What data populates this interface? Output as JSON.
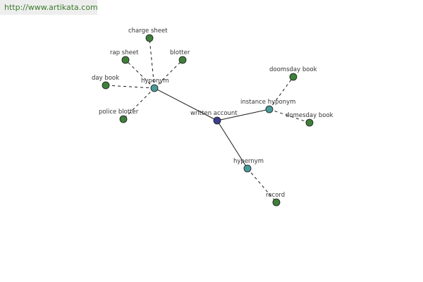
{
  "header": {
    "url": "http://www.artikata.com"
  },
  "colors": {
    "root": "#3b3f8f",
    "relation": "#4a9a9a",
    "leaf": "#3f7f3a"
  },
  "graph": {
    "nodes": [
      {
        "id": "written_account",
        "label": "written account",
        "kind": "root"
      },
      {
        "id": "hyponym",
        "label": "hyponym",
        "kind": "relation"
      },
      {
        "id": "instance_hyponym",
        "label": "instance hyponym",
        "kind": "relation"
      },
      {
        "id": "hypernym",
        "label": "hypernym",
        "kind": "relation"
      },
      {
        "id": "charge_sheet",
        "label": "charge sheet",
        "kind": "leaf"
      },
      {
        "id": "rap_sheet",
        "label": "rap sheet",
        "kind": "leaf"
      },
      {
        "id": "blotter",
        "label": "blotter",
        "kind": "leaf"
      },
      {
        "id": "day_book",
        "label": "day book",
        "kind": "leaf"
      },
      {
        "id": "police_blotter",
        "label": "police blotter",
        "kind": "leaf"
      },
      {
        "id": "doomsday_book",
        "label": "doomsday book",
        "kind": "leaf"
      },
      {
        "id": "domesday_book",
        "label": "domesday book",
        "kind": "leaf"
      },
      {
        "id": "record",
        "label": "record",
        "kind": "leaf"
      }
    ],
    "edges": [
      {
        "from": "written_account",
        "to": "hyponym",
        "style": "solid"
      },
      {
        "from": "written_account",
        "to": "instance_hyponym",
        "style": "solid"
      },
      {
        "from": "written_account",
        "to": "hypernym",
        "style": "solid"
      },
      {
        "from": "hyponym",
        "to": "charge_sheet",
        "style": "dashed"
      },
      {
        "from": "hyponym",
        "to": "rap_sheet",
        "style": "dashed"
      },
      {
        "from": "hyponym",
        "to": "blotter",
        "style": "dashed"
      },
      {
        "from": "hyponym",
        "to": "day_book",
        "style": "dashed"
      },
      {
        "from": "hyponym",
        "to": "police_blotter",
        "style": "dashed"
      },
      {
        "from": "instance_hyponym",
        "to": "doomsday_book",
        "style": "dashed"
      },
      {
        "from": "instance_hyponym",
        "to": "domesday_book",
        "style": "dashed"
      },
      {
        "from": "hypernym",
        "to": "record",
        "style": "dashed"
      }
    ]
  }
}
